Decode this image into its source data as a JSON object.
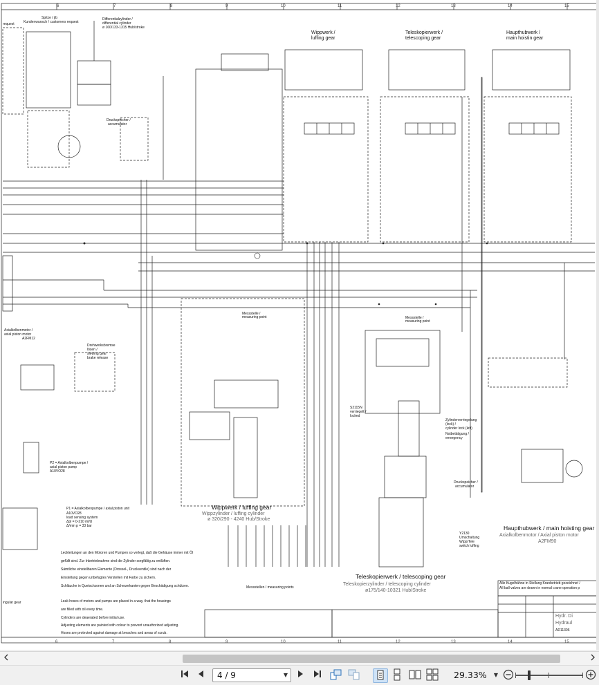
{
  "document": {
    "column_numbers": [
      "6",
      "7",
      "8",
      "9",
      "10",
      "11",
      "12",
      "13",
      "14",
      "15"
    ],
    "top_labels": {
      "spitze_a": "Spitze / jib",
      "spitze_b": "Kundenwunsch / customers request",
      "request": "request",
      "diff_a": "Differentialzylinder /",
      "diff_b": "differential cylinder",
      "diff_c": "ø 160/133-1315 Hub/stroke",
      "wippwerk_top_a": "Wippwerk /",
      "wippwerk_top_b": "luffing gear",
      "tele_top_a": "Teleskopierwerk /",
      "tele_top_b": "telescoping gear",
      "haupt_top_a": "Haupthubwerk /",
      "haupt_top_b": "main hoistin gear"
    },
    "middle_labels": {
      "axialkolben_a": "Axialkolbenmotor /",
      "axialkolben_b": "axial piston motor",
      "axialkolben_c": "A2FM12",
      "dreh_a": "Drehwerksbremse",
      "dreh_b": "lösen /",
      "dreh_c": "slewing gear",
      "dreh_d": "brake release",
      "p2_a": "P2 = Axialkolbenpumpe /",
      "p2_b": "axial piston pump",
      "p2_c": "A10VO28",
      "p1_a": "P1 = Axialkolbenpumpe / axial piston unit",
      "p1_b": "A10VO28",
      "p1_c": "load sensing system",
      "p1_d": "Δpl = 0-210 ml/U",
      "p1_e": "Δ/min p = 33 bar",
      "messstelle_a": "Messstelle /",
      "messstelle_b": "measuring point",
      "druck_a": "Druckspeicher /",
      "druck_b": "accumulator",
      "ventil_a": "Zylinderverriegelung",
      "ventil_b": "(lock) /",
      "ventil_c": "cylinder lock (left)",
      "ventil_d": "Notbetätigung /",
      "ventil_e": "emergency",
      "s2115_a": "S2115N",
      "s2115_b": "verriegelt /",
      "s2115_c": "locked",
      "y2130_a": "Y2130",
      "y2130_b": "Umschaltung",
      "y2130_c": "Wipp/Tele",
      "y2130_d": "switch luffing"
    },
    "bottom_labels": {
      "wipp_title": "Wippwerk / luffing gear",
      "wipp_sub": "Wippzylinder / luffing cylinder",
      "wipp_dim": "ø 320/290 - 4240 Hub/Stroke",
      "tele_title": "Teleskopierwerk / telescoping gear",
      "tele_sub": "Teleskopierzylinder / telescoping cylinder",
      "tele_dim": "ø175/140-10321 Hub/Stroke",
      "haupt_title": "Haupthubwerk / main hoisting gear",
      "haupt_sub": "Axialkolbenmotor / Axial piston motor",
      "haupt_dim": "A2FM90",
      "mess_points": "Messstellen / measuring points",
      "ingular": "ingular gear"
    },
    "notes_de": [
      "Leckleitungen an den Motoren und Pumpen so verlegt, daß die Gehäuse immer mit Öl",
      "gefüllt sind. Zur Inbetriebnahme sind die Zylinder sorgfältig zu entlüften.",
      "Sämtliche einstellbaren Elemente (Drossel-, Druckventile) sind nach der",
      "Einstellung gegen unbefugtes Verstellen mit Farbe zu sichern.",
      "Schläuche in Quetschzonen und an Scheuerkanten gegen Beschädigung schützen."
    ],
    "notes_en": [
      "Leak hoses of motors and pumps are placed in a way, that the housings",
      "are filled with oil every time.",
      "Cylinders are deaerated before initial use.",
      "Adjusting elements are painted with colour to prevent unauthorized adjusting.",
      "Hoses are protected against damage at breaches and areas of scrub."
    ],
    "legend_right_a": "Alle Kugelhähne in Stellung Kranbetrieb gezeichnet /",
    "legend_right_b": "All ball valves are drawn in normal crane operation p",
    "title_block_a": "Hydr. Di",
    "title_block_b": "Hydraul",
    "title_block_c": "AD11306"
  },
  "toolbar": {
    "page_value": "4 / 9",
    "zoom_value": "29.33%",
    "icons": {
      "first": "first-page-icon",
      "prev": "previous-page-icon",
      "next": "next-page-icon",
      "last": "last-page-icon",
      "rotate_ccw": "rotate-counterclockwise-icon",
      "rotate_cw": "rotate-clockwise-icon",
      "single": "single-page-icon",
      "continuous": "continuous-page-icon",
      "two_page": "two-page-icon",
      "two_continuous": "two-page-continuous-icon",
      "zoom_menu": "zoom-menu-icon",
      "zoom_out": "zoom-out-icon",
      "zoom_in": "zoom-in-icon"
    },
    "active_color": "#cfe3f7"
  }
}
